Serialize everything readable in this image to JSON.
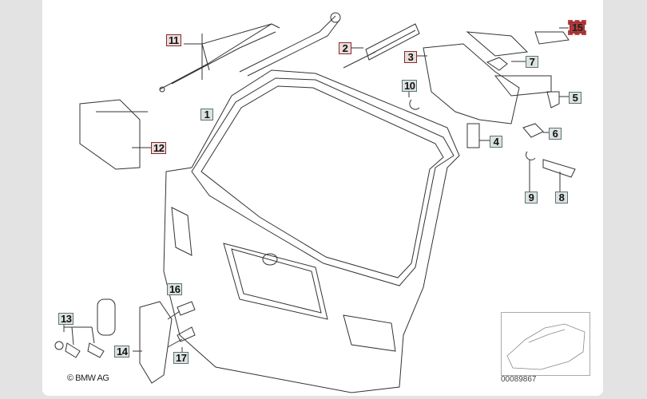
{
  "diagram": {
    "copyright": "© BMW AG",
    "part_number": "00089867",
    "callouts": [
      {
        "id": "11",
        "highlight": "red"
      },
      {
        "id": "2",
        "highlight": "red"
      },
      {
        "id": "3",
        "highlight": "red"
      },
      {
        "id": "10",
        "highlight": "none"
      },
      {
        "id": "7",
        "highlight": "none"
      },
      {
        "id": "5",
        "highlight": "none"
      },
      {
        "id": "1",
        "highlight": "none"
      },
      {
        "id": "6",
        "highlight": "none"
      },
      {
        "id": "4",
        "highlight": "none"
      },
      {
        "id": "12",
        "highlight": "red"
      },
      {
        "id": "9",
        "highlight": "none"
      },
      {
        "id": "8",
        "highlight": "none"
      },
      {
        "id": "16",
        "highlight": "none"
      },
      {
        "id": "13",
        "highlight": "none"
      },
      {
        "id": "14",
        "highlight": "none"
      },
      {
        "id": "17",
        "highlight": "none"
      },
      {
        "id": "15",
        "highlight": "selected"
      }
    ],
    "colors": {
      "label_border": "#5d7474",
      "label_red_border": "#8a2a2a",
      "background": "#e3e3e3"
    }
  }
}
